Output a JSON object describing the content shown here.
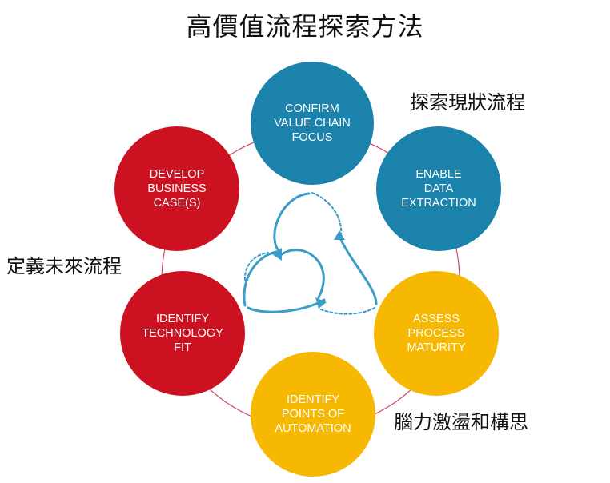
{
  "title": "高價值流程探索方法",
  "phase_labels": {
    "explore": "探索現狀流程",
    "define": "定義未來流程",
    "brainstorm": "腦力激盪和構思"
  },
  "nodes": [
    {
      "id": "confirm",
      "label": "CONFIRM\nVALUE CHAIN\nFOCUS",
      "color": "#1a82ab"
    },
    {
      "id": "enable",
      "label": "ENABLE\nDATA\nEXTRACTION",
      "color": "#1a82ab"
    },
    {
      "id": "assess",
      "label": "ASSESS\nPROCESS\nMATURITY",
      "color": "#f6b800"
    },
    {
      "id": "identify-automation",
      "label": "IDENTIFY\nPOINTS OF\nAUTOMATION",
      "color": "#f6b800"
    },
    {
      "id": "identify-tech",
      "label": "IDENTIFY\nTECHNOLOGY\nFIT",
      "color": "#cc1220"
    },
    {
      "id": "develop",
      "label": "DEVELOP\nBUSINESS\nCASE(S)",
      "color": "#cc1220"
    }
  ],
  "colors": {
    "ring": "#d2466e",
    "cycle_arrows": "#3a9cc9"
  },
  "icons": [
    "cycle-arrows-icon"
  ]
}
